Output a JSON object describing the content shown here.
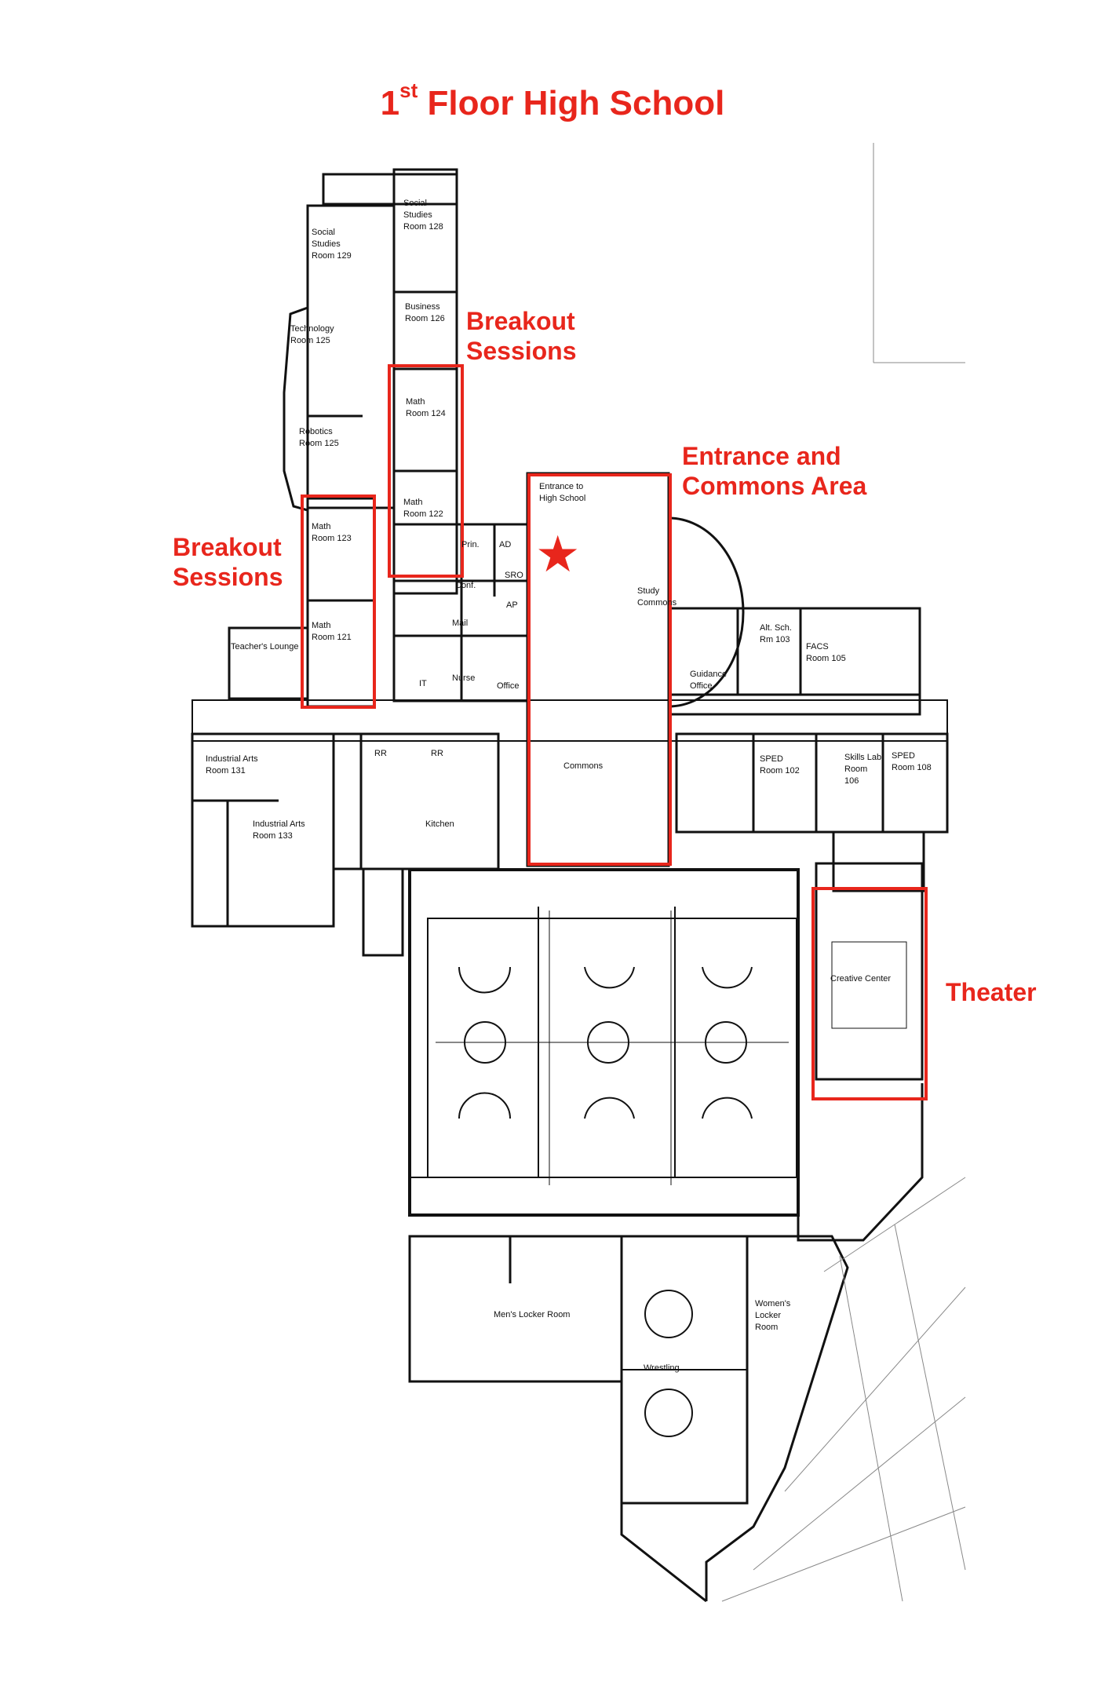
{
  "title": {
    "main": "1",
    "sup": "st",
    "rest": " Floor High School"
  },
  "callouts": {
    "breakout_upper": [
      "Breakout",
      "Sessions"
    ],
    "entrance": [
      "Entrance and",
      "Commons Area"
    ],
    "breakout_lower": [
      "Breakout",
      "Sessions"
    ],
    "theater": "Theater"
  },
  "rooms": {
    "social_studies_128": [
      "Social",
      "Studies",
      "Room 128"
    ],
    "social_studies_129": [
      "Social",
      "Studies",
      "Room 129"
    ],
    "business_126": [
      "Business",
      "Room 126"
    ],
    "technology_125": [
      "Technology",
      "Room 125"
    ],
    "math_124": [
      "Math",
      "Room 124"
    ],
    "robotics_125": [
      "Robotics",
      "Room 125"
    ],
    "math_122": [
      "Math",
      "Room 122"
    ],
    "math_123": [
      "Math",
      "Room 123"
    ],
    "math_121": [
      "Math",
      "Room 121"
    ],
    "teachers_lounge": "Teacher's Lounge",
    "entrance_to_hs": [
      "Entrance to",
      "High School"
    ],
    "prin": "Prin.",
    "ad": "AD",
    "sro": "SRO",
    "conf": "Conf.",
    "ap": "AP",
    "mail": "Mail",
    "it": "IT",
    "nurse": "Nurse",
    "office": "Office",
    "study_commons": [
      "Study",
      "Commons"
    ],
    "alt_sch": [
      "Alt. Sch.",
      "Rm 103"
    ],
    "facs": [
      "FACS",
      "Room 105"
    ],
    "guidance": [
      "Guidance",
      "Office"
    ],
    "commons": "Commons",
    "industrial_arts_131": [
      "Industrial Arts",
      "Room 131"
    ],
    "rr1": "RR",
    "rr2": "RR",
    "sped_102": [
      "SPED",
      "Room 102"
    ],
    "skills_lab": [
      "Skills Lab",
      "Room",
      "106"
    ],
    "sped_108": [
      "SPED",
      "Room 108"
    ],
    "industrial_arts_133": [
      "Industrial Arts",
      "Room 133"
    ],
    "kitchen": "Kitchen",
    "creative_center": "Creative Center",
    "mens_locker": "Men's Locker Room",
    "womens_locker": [
      "Women's",
      "Locker",
      "Room"
    ],
    "wrestling": "Wrestling"
  },
  "colors": {
    "accent": "#e8261c",
    "line": "#111111"
  }
}
